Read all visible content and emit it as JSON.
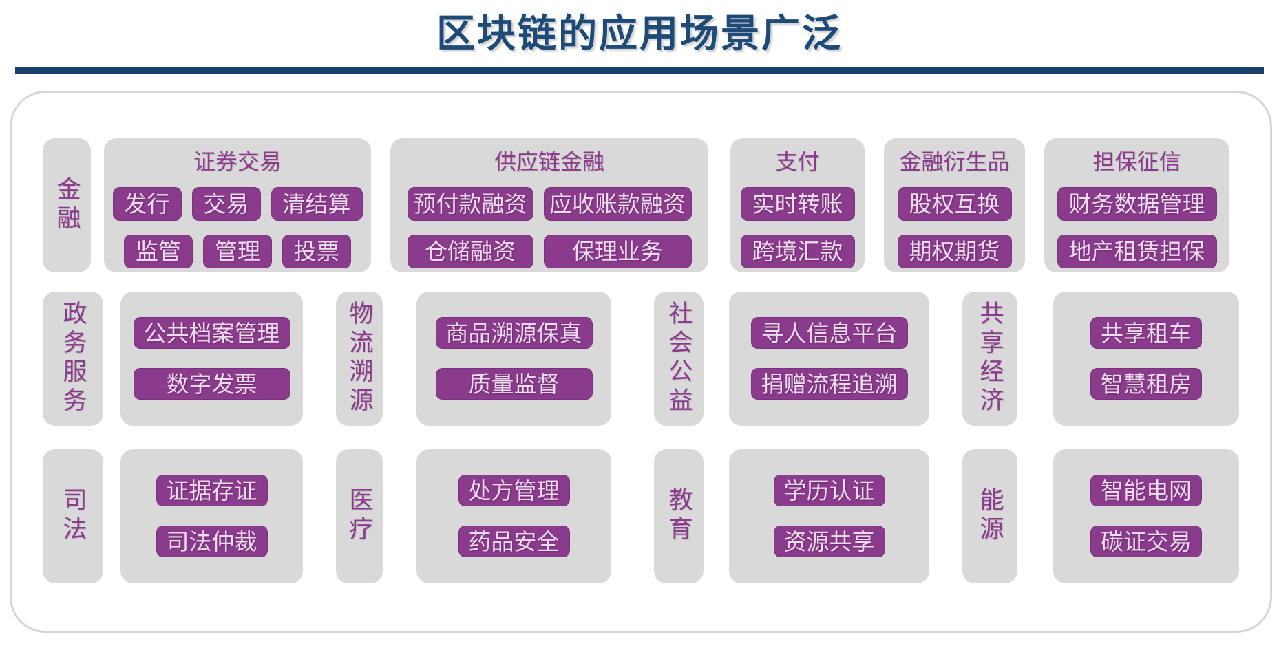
{
  "title": "区块链的应用场景广泛",
  "colors": {
    "title_navy": "#1d4a77",
    "divider_navy": "#17406b",
    "box_gray": "#d9d9d9",
    "badge_purple": "#8b3b8c",
    "badge_text": "#ecdcee",
    "border_gray": "#d6d6d6"
  },
  "row1": {
    "category": "金融",
    "groups": [
      {
        "header": "证券交易",
        "rows": [
          [
            "发行",
            "交易",
            "清结算"
          ],
          [
            "监管",
            "管理",
            "投票"
          ]
        ]
      },
      {
        "header": "供应链金融",
        "rows": [
          [
            "预付款融资",
            "应收账款融资"
          ],
          [
            "仓储融资",
            "保理业务"
          ]
        ]
      },
      {
        "header": "支付",
        "rows": [
          [
            "实时转账"
          ],
          [
            "跨境汇款"
          ]
        ]
      },
      {
        "header": "金融衍生品",
        "rows": [
          [
            "股权互换"
          ],
          [
            "期权期货"
          ]
        ]
      },
      {
        "header": "担保征信",
        "rows": [
          [
            "财务数据管理"
          ],
          [
            "地产租赁担保"
          ]
        ]
      }
    ]
  },
  "row2": {
    "pairs": [
      {
        "category": "政务服务",
        "badges": [
          "公共档案管理",
          "数字发票"
        ]
      },
      {
        "category": "物流溯源",
        "badges": [
          "商品溯源保真",
          "质量监督"
        ]
      },
      {
        "category": "社会公益",
        "badges": [
          "寻人信息平台",
          "捐赠流程追溯"
        ]
      },
      {
        "category": "共享经济",
        "badges": [
          "共享租车",
          "智慧租房"
        ]
      }
    ]
  },
  "row3": {
    "pairs": [
      {
        "category": "司法",
        "badges": [
          "证据存证",
          "司法仲裁"
        ]
      },
      {
        "category": "医疗",
        "badges": [
          "处方管理",
          "药品安全"
        ]
      },
      {
        "category": "教育",
        "badges": [
          "学历认证",
          "资源共享"
        ]
      },
      {
        "category": "能源",
        "badges": [
          "智能电网",
          "碳证交易"
        ]
      }
    ]
  }
}
